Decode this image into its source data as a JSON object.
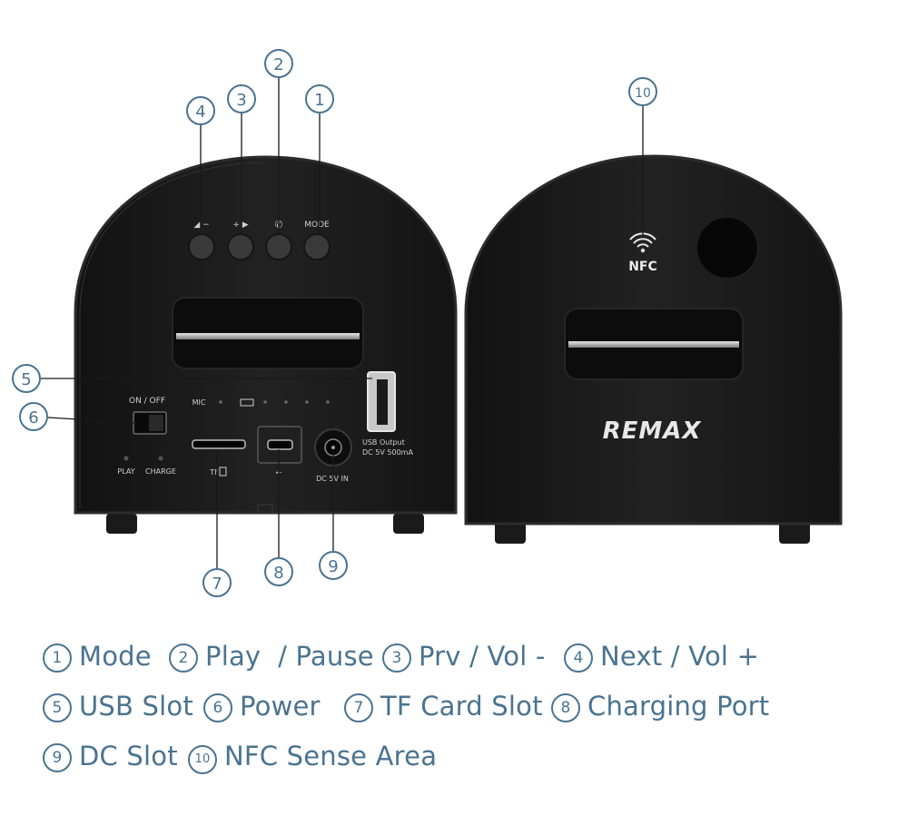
{
  "callouts": {
    "c1": "1",
    "c2": "2",
    "c3": "3",
    "c4": "4",
    "c5": "5",
    "c6": "6",
    "c7": "7",
    "c8": "8",
    "c9": "9",
    "c10": "10"
  },
  "device_labels": {
    "mode": "MODE",
    "on_off": "ON / OFF",
    "mic": "MIC",
    "play": "PLAY",
    "charge": "CHARGE",
    "tf": "TF",
    "usb_output": "USB Output",
    "usb_spec": "DC 5V 500mA",
    "dc_in": "DC 5V IN",
    "nfc": "NFC",
    "brand": "REMAX",
    "vol_down_sym": "◢ −",
    "vol_up_sym": "+ ▶",
    "phone_sym": "✆"
  },
  "legend": [
    {
      "num": "1",
      "text": "Mode"
    },
    {
      "num": "2",
      "text": "Play  / Pause"
    },
    {
      "num": "3",
      "text": "Prv / Vol -"
    },
    {
      "num": "4",
      "text": "Next / Vol +"
    },
    {
      "num": "5",
      "text": "USB Slot"
    },
    {
      "num": "6",
      "text": "Power"
    },
    {
      "num": "7",
      "text": "TF Card Slot"
    },
    {
      "num": "8",
      "text": "Charging Port"
    },
    {
      "num": "9",
      "text": "DC Slot"
    },
    {
      "num": "10",
      "text": "NFC Sense Area"
    }
  ],
  "colors": {
    "accent": "#4a7390",
    "device_body": "#1c1c1c",
    "device_edge": "#2c2c2c",
    "background": "#ffffff"
  }
}
